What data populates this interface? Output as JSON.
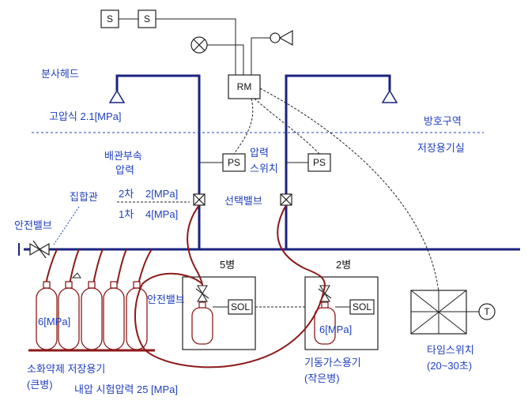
{
  "labels": {
    "spray_head": "분사헤드",
    "high_pressure": "고압식 2.1[MPa]",
    "protected_zone": "방호구역",
    "storage_room": "저장용기실",
    "pipe_accessory_1": "배관부속",
    "pipe_accessory_2": "압력",
    "secondary": "2차",
    "secondary_pressure": "2[MPa]",
    "primary": "1차",
    "primary_pressure": "4[MPa]",
    "manifold": "집합관",
    "safety_valve_left": "안전밸브",
    "pressure_switch_1": "압력",
    "pressure_switch_2": "스위치",
    "selector_valve": "선택밸브",
    "five_bottles": "5병",
    "two_bottles": "2병",
    "safety_valve_mid": "안전밸브",
    "bottle_pressure": "6[MPa]",
    "start_gas_pressure": "6[MPa]",
    "agent_storage_1": "소화약제 저장용기",
    "agent_storage_2": "(큰병)",
    "test_pressure": "내압 시험압력 25 [MPa]",
    "start_gas_1": "기동가스용기",
    "start_gas_2": "(작은병)",
    "timer_switch": "타임스위치",
    "timer_range": "(20~30초)"
  },
  "boxes": {
    "s1": "S",
    "s2": "S",
    "rm": "RM",
    "ps1": "PS",
    "ps2": "PS",
    "sol1": "SOL",
    "sol2": "SOL",
    "timer": "T"
  },
  "colors": {
    "pipe": "#1a237e",
    "tube": "#8b1a1a",
    "text_blue": "#1f3fbf",
    "line": "#222222"
  }
}
